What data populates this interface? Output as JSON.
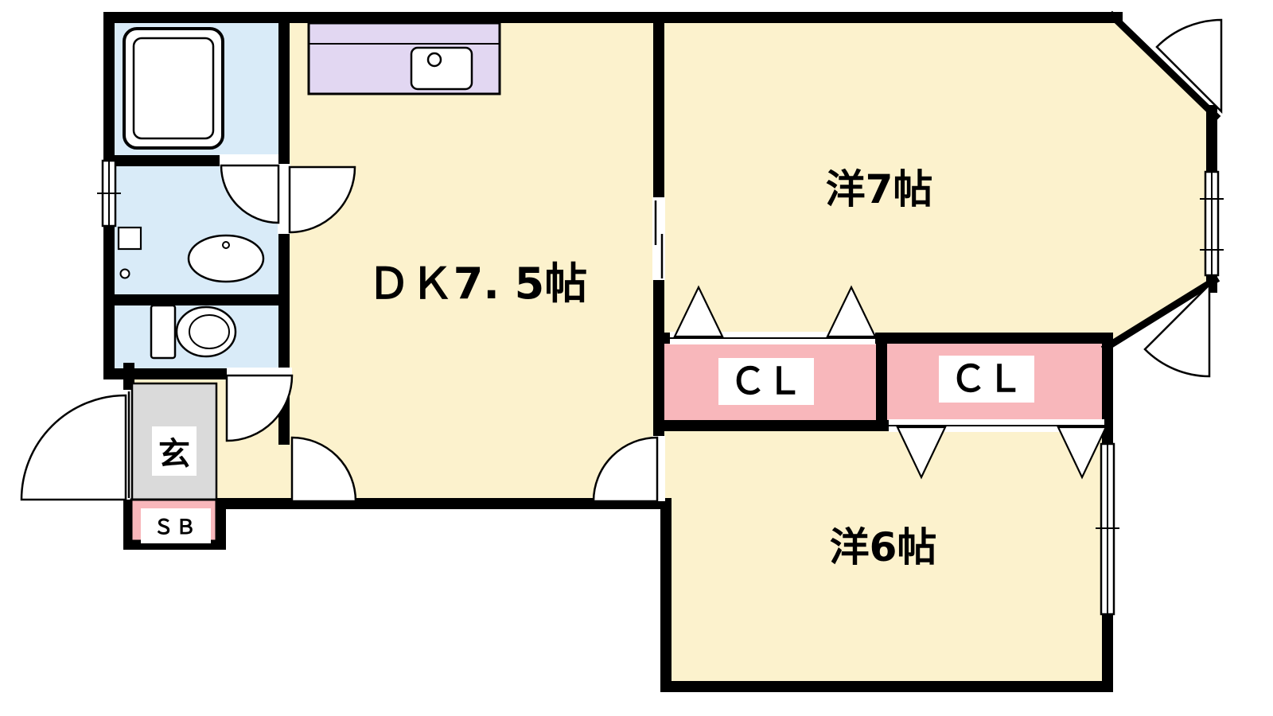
{
  "rooms": {
    "dining_kitchen": {
      "label": "ＤＫ7. 5帖"
    },
    "western_room_7": {
      "label": "洋7帖"
    },
    "western_room_6": {
      "label": "洋6帖"
    },
    "closet_1": {
      "label": "ＣＬ"
    },
    "closet_2": {
      "label": "ＣＬ"
    },
    "entrance": {
      "label": "玄"
    },
    "shoe_box": {
      "label": "ＳＢ"
    }
  },
  "colors": {
    "background": "#FFFFFF",
    "wall": "#000000",
    "room_floor": "#FCF2CD",
    "wet_area_floor": "#D9EBF8",
    "kitchen_counter": "#E2D7F2",
    "closet_fill": "#F8B7BB",
    "entrance_floor": "#DADADA",
    "fixture_fill": "#FFFFFF"
  }
}
